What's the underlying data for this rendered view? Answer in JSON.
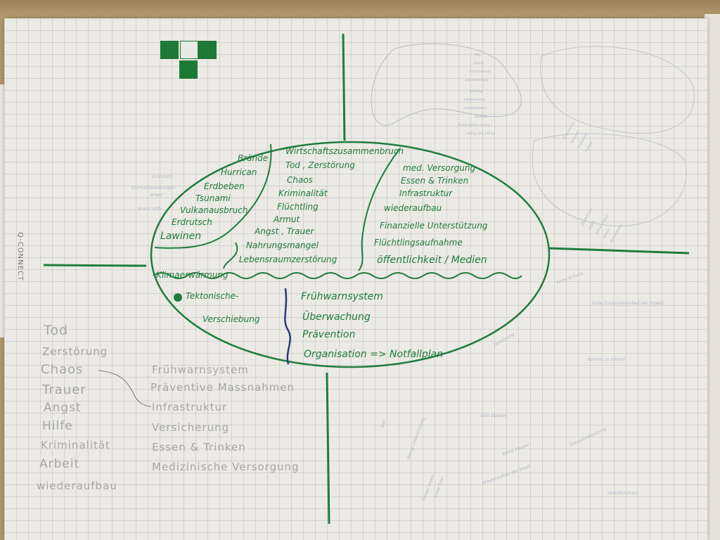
{
  "brand": "Q-CONNECT",
  "colors": {
    "marker_green": "#1f7d3e",
    "marker_blue": "#2b3a7a",
    "pencil_gray": "#a6a6a6",
    "paper": "#eceae4"
  },
  "ellipse": {
    "left_segment": [
      "Brände",
      "Hurrican",
      "Erdbeben",
      "Tsunami",
      "Vulkanausbruch",
      "Erdrutsch",
      "Lawinen"
    ],
    "center_segment": [
      "Wirtschaftszusammenbruch",
      "Tod , Zerstörung",
      "Chaos",
      "Kriminalität",
      "Flüchtling",
      "Armut",
      "Angst , Trauer",
      "Nahrungsmangel",
      "Lebensraumzerstörung"
    ],
    "right_segment": [
      "med. Versorgung",
      "Essen & Trinken",
      "Infrastruktur",
      "wiederaufbau",
      "Finanzielle Unterstützung",
      "Flüchtlingsaufnahme",
      "öffentlichkeit / Medien"
    ],
    "bottom_left": [
      "Klimaerwärmung",
      "Tektonische-",
      "Verschiebung"
    ],
    "bottom_right": [
      "Frühwarnsystem",
      "Überwachung",
      "Prävention",
      "Organisation => Notfallplan"
    ]
  },
  "pencil_left": [
    "Tod",
    "Zerstörung",
    "Chaos",
    "Trauer",
    "Angst",
    "Hilfe",
    "Kriminalität",
    "Arbeit",
    "wiederaufbau"
  ],
  "pencil_right": [
    "Frühwarnsystem",
    "Präventive Massnahmen",
    "Infrastruktur",
    "Versicherung",
    "Essen & Trinken",
    "Medizinische Versorgung"
  ],
  "faint_notes": {
    "left_margin": [
      "Erdrutsch",
      "Sturmschwankungen",
      "Angst",
      "Armut Hilfe"
    ],
    "top_right_bubble": [
      "Angst vor Fluten",
      "Fehler Ausbildung",
      "Reiche",
      "Lebensmittel",
      "Krankheiten",
      "Mangel",
      "Klimawandel",
      "Infrastruktur",
      "Arbeit",
      "Tod"
    ],
    "right_bubble_1": [
      "Erdrutsche",
      "Tsunami",
      "Erdbeben",
      "Hunger"
    ],
    "right_bubble_2": [
      "Zerstörung",
      "Angst",
      "Infrastruktur",
      "Armut",
      "Krankheiten"
    ],
    "lower_right": [
      "Keine Schuhe",
      "Gute Zusammenarbeit bei Projekt",
      "Kommt zu schnell",
      "Zerstörung",
      "kein Wasser",
      "Energieversorgung",
      "Keine Häuser",
      "Not",
      "Wiederaufbau der Stadt",
      "Wenig Unterstützung",
      "Kinder leiden",
      "Viele Tote",
      "Verkehrschaos"
    ]
  }
}
